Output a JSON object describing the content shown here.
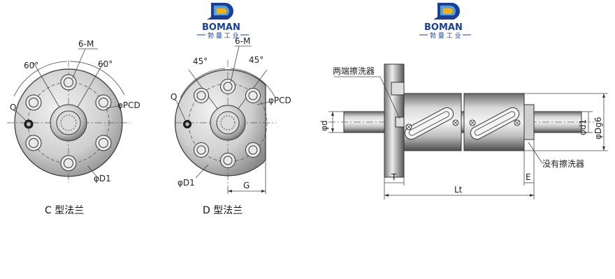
{
  "logos": [
    {
      "name": "BOMAN",
      "sub": "勃 曼 工 业"
    },
    {
      "name": "BOMAN",
      "sub": "勃 曼 工 业"
    }
  ],
  "c_flange": {
    "caption": "C 型法兰",
    "labels": {
      "holes": "6-M",
      "angle_left": "60°",
      "angle_right": "60°",
      "pcd": "φPCD",
      "q": "Q",
      "d1": "φD1"
    }
  },
  "d_flange": {
    "caption": "D 型法兰",
    "labels": {
      "holes": "6-M",
      "angle_left": "45°",
      "angle_right": "45°",
      "pcd": "φPCD",
      "q": "Q",
      "d1": "φD1",
      "g": "G"
    }
  },
  "side_view": {
    "labels": {
      "wiper_both": "两端擦洗器",
      "wiper_none": "没有擦洗器",
      "d": "φd",
      "d1": "φd1",
      "dg6": "φDg6",
      "t": "T",
      "lt": "Lt",
      "e": "E"
    }
  },
  "colors": {
    "brand": "#1b3f93",
    "brand_light": "#5aa0d8",
    "accent": "#f2b21b",
    "line": "#333333"
  }
}
